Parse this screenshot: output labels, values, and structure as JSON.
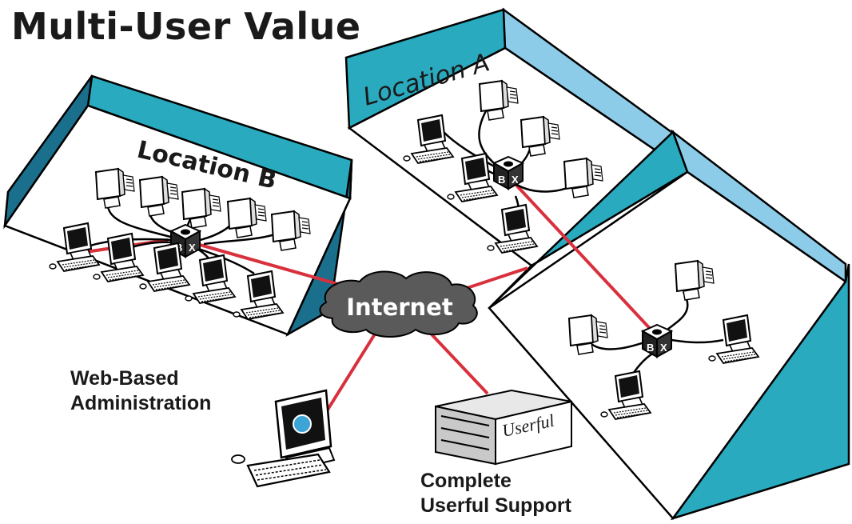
{
  "title": "Multi-User Value",
  "locations": {
    "a_label": "Location A",
    "b_label": "Location B"
  },
  "network": {
    "cloud_label": "Internet"
  },
  "admin": {
    "line1": "Web-Based",
    "line2": "Administration"
  },
  "support": {
    "line1": "Complete",
    "line2": "Userful Support",
    "server_brand": "Userful"
  },
  "colors": {
    "link_red": "#d8303c",
    "room_teal": "#2aaabf",
    "room_light_blue": "#8ccce8",
    "room_dark_blue": "#1a6f8c",
    "cloud": "#5a5a5a",
    "hub_logo_blue": "#3da5d6"
  }
}
